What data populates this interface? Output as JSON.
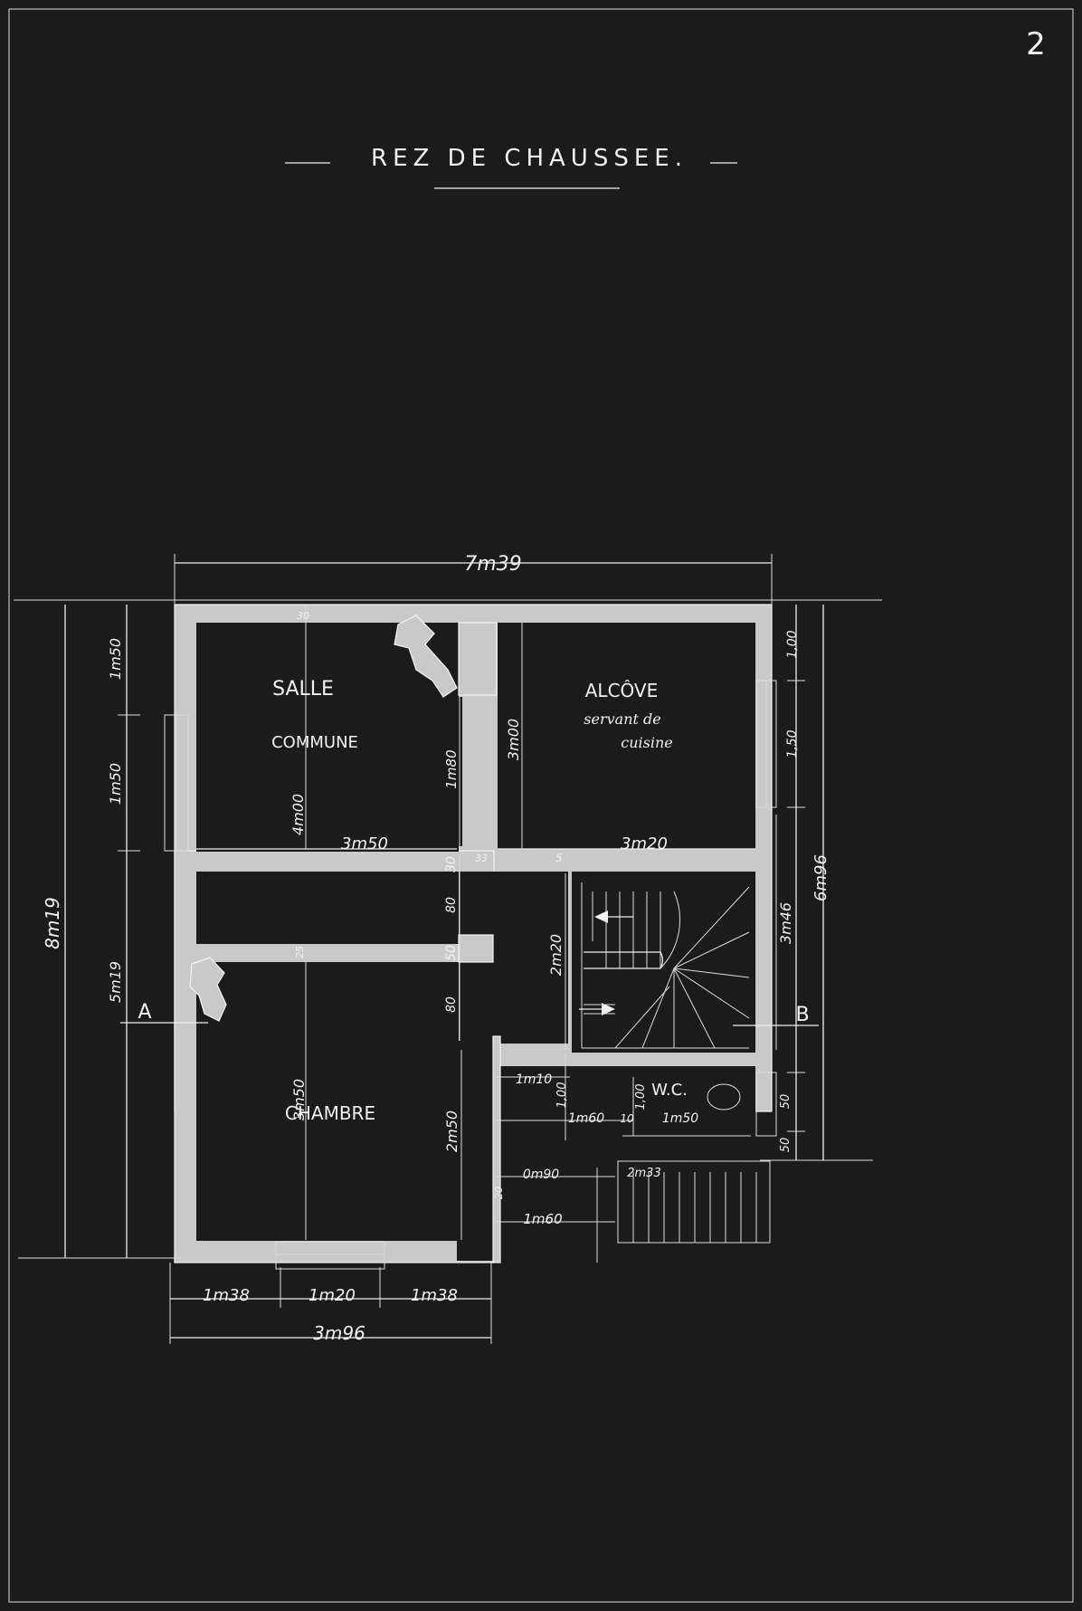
{
  "sheet": {
    "page_number": "2",
    "title": "REZ DE CHAUSSEE.",
    "colors": {
      "background": "#1b1b1b",
      "lines": "#f2f2f2",
      "walls": "#c9c9c9"
    }
  },
  "rooms": {
    "salle": {
      "line1": "SALLE",
      "line2": "COMMUNE"
    },
    "alcove": {
      "line1": "ALCÔVE",
      "line2": "servant de",
      "line3": "cuisine"
    },
    "chambre": {
      "label": "CHAMBRE"
    },
    "wc": {
      "label": "W.C."
    }
  },
  "section_marks": {
    "a": "A",
    "b": "B"
  },
  "dimensions": {
    "overall_width": "7m39",
    "overall_height": "8m19",
    "right_height": "6m96",
    "left_lower": "5m19",
    "left_upper_1": "1m50",
    "left_upper_2": "1m50",
    "salle_width": "3m50",
    "salle_depth": "4m00",
    "alcove_width": "3m20",
    "alcove_depth": "3m00",
    "wall_small": "5",
    "wall_corner": "33",
    "door_jamb": "1m80",
    "stair_height": "2m20",
    "stair_well": "3m46",
    "right_1": "1,00",
    "right_2": "1,50",
    "right_3": "50",
    "right_4": "50",
    "mid_30": "30",
    "mid_80a": "80",
    "mid_50": "50",
    "mid_80b": "80",
    "mid_25": "25",
    "chambre_depth": "3m50",
    "chambre_wall": "2m50",
    "top_wall": "30",
    "hall_110": "1m10",
    "hall_100": "1,00",
    "hall_160": "1m60",
    "wc_10": "10",
    "wc_100": "1,00",
    "wc_150": "1m50",
    "step_090": "0m90",
    "step_233": "2m33",
    "step_160": "1m60",
    "step_20": "20",
    "bottom_138a": "1m38",
    "bottom_120": "1m20",
    "bottom_138b": "1m38",
    "bottom_total": "3m96"
  }
}
